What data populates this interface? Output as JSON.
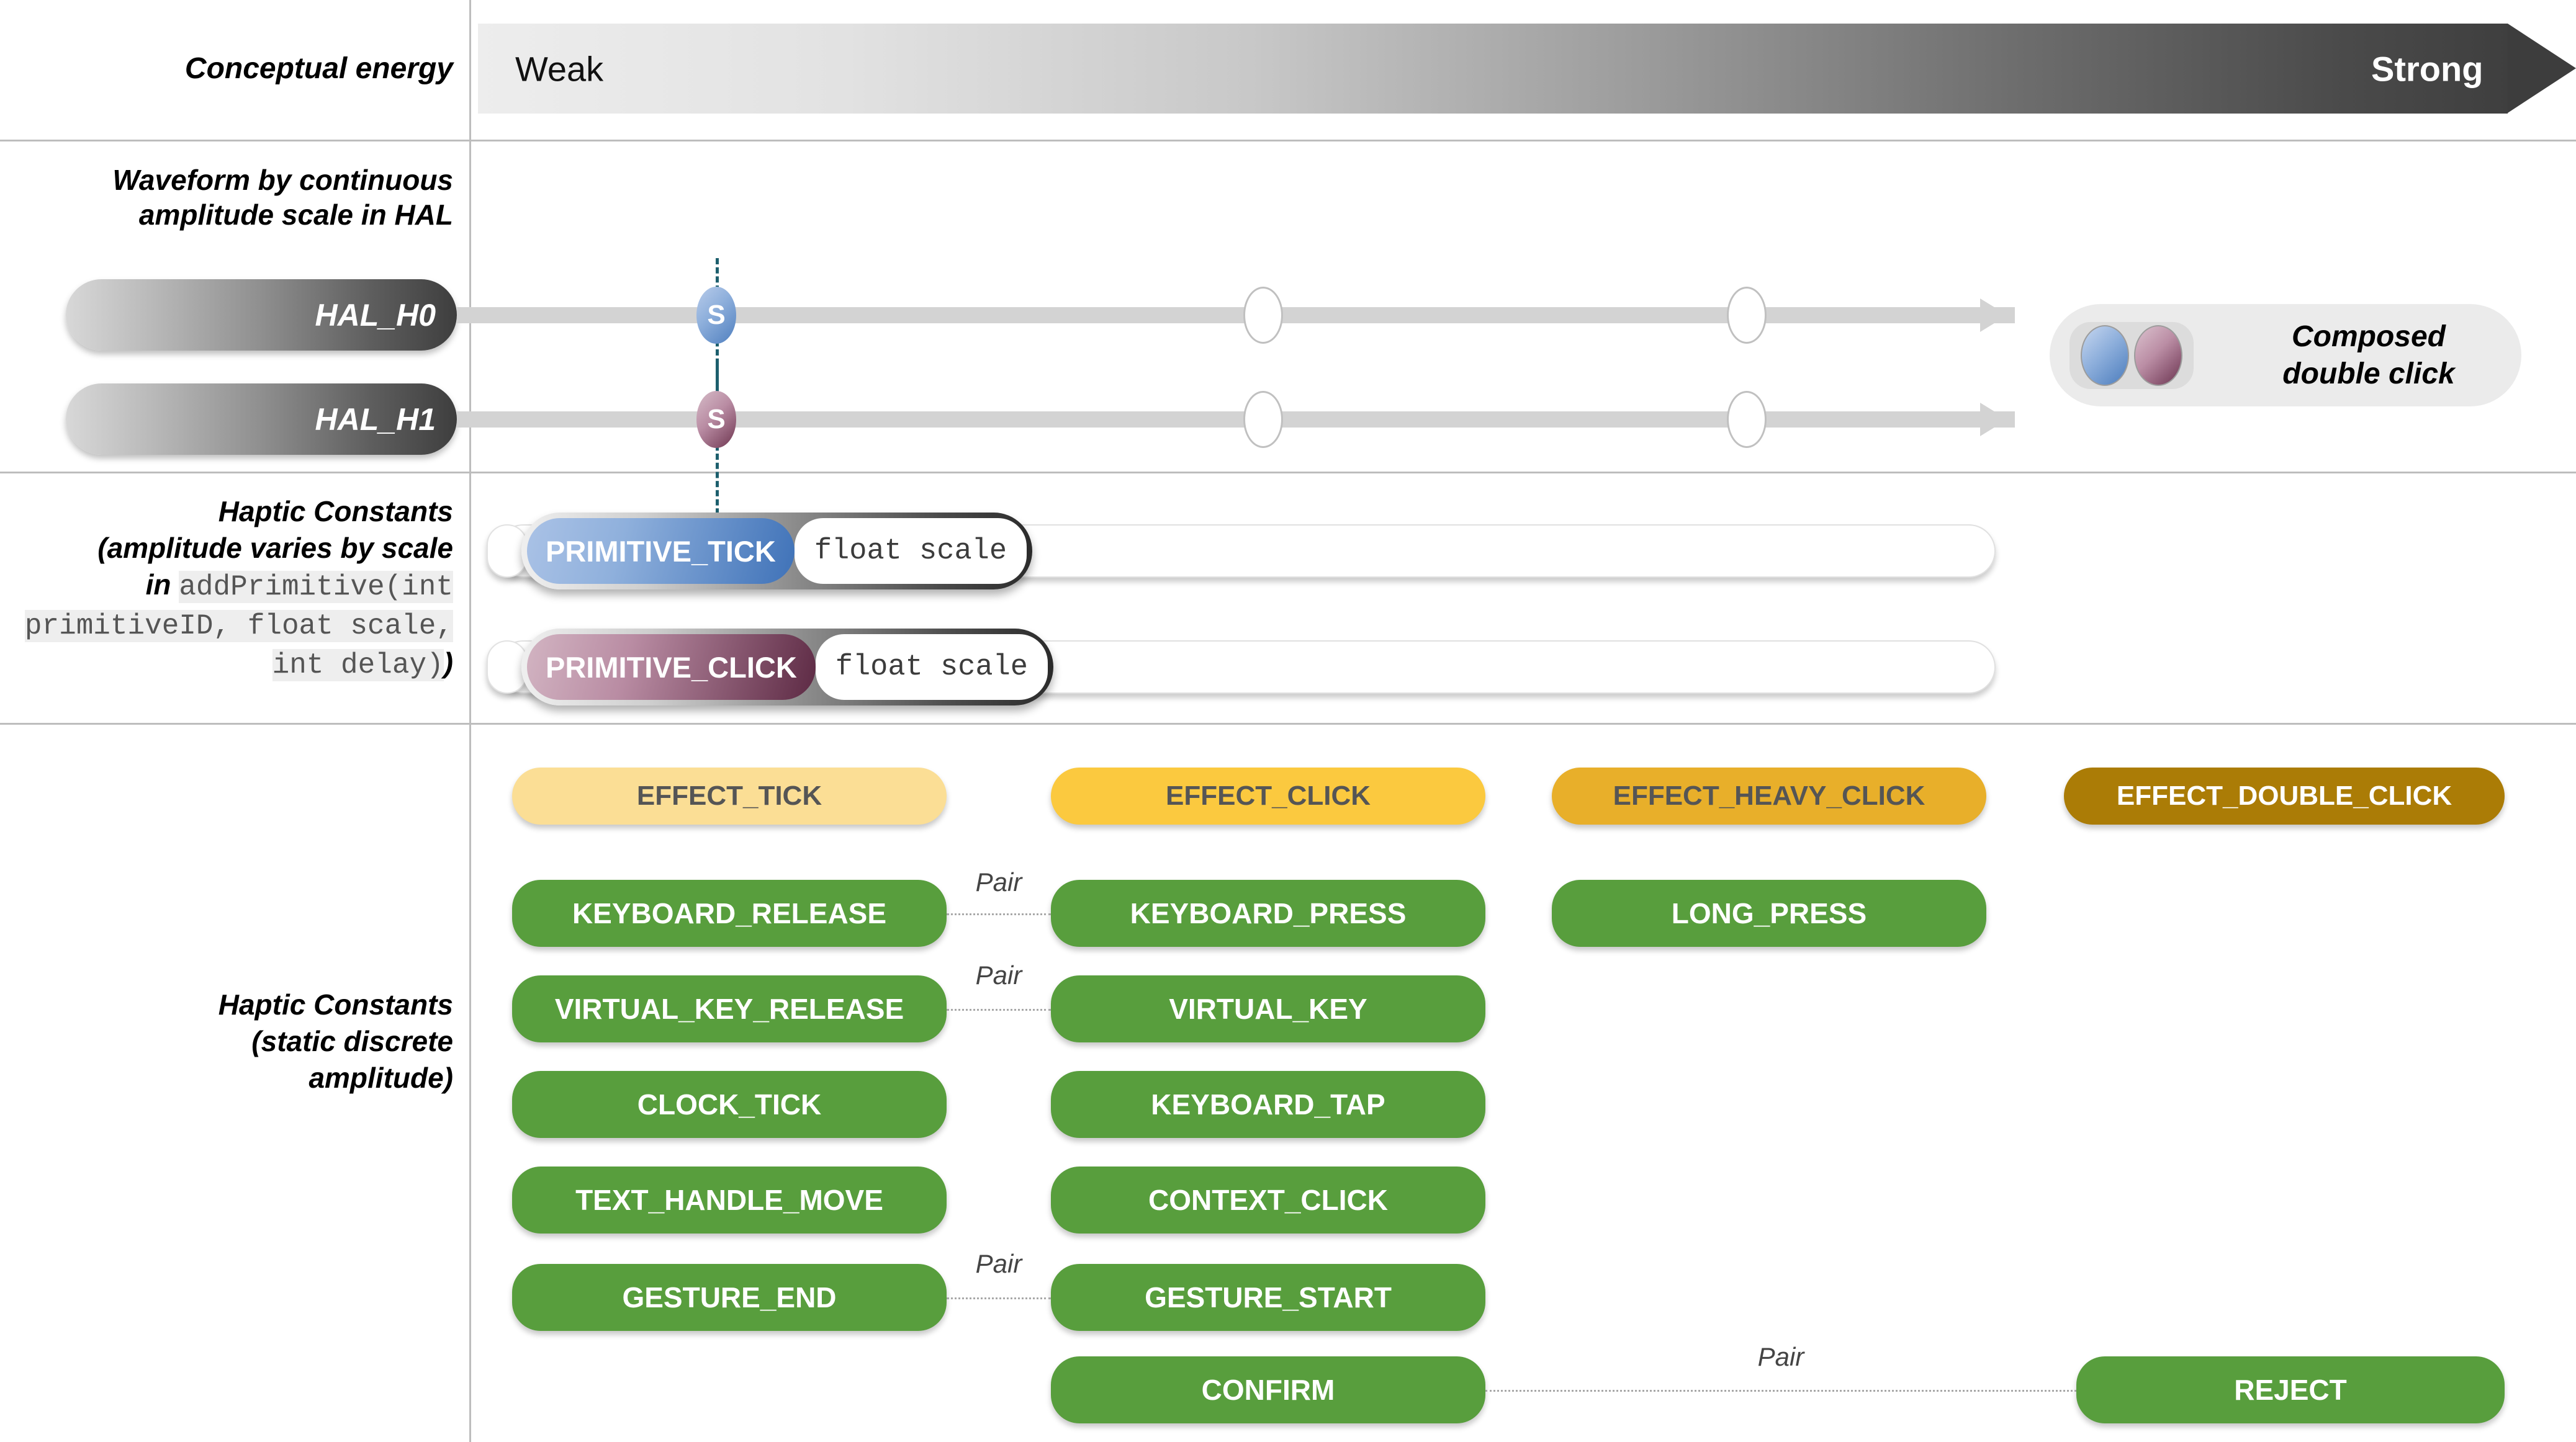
{
  "sections": {
    "energy": {
      "label": "Conceptual energy",
      "weak": "Weak",
      "strong": "Strong"
    },
    "waveform": {
      "label_line1": "Waveform by continuous",
      "label_line2": "amplitude scale in HAL",
      "rows": [
        {
          "name": "HAL_H0",
          "marker": "S",
          "marker_color": "#4f7fbf"
        },
        {
          "name": "HAL_H1",
          "marker": "S",
          "marker_color": "#6e3550"
        }
      ],
      "composed": {
        "label_line1": "Composed",
        "label_line2": "double click"
      }
    },
    "primitives": {
      "label_line1": "Haptic Constants",
      "label_line2": "(amplitude varies by scale",
      "label_line3_prefix": "in ",
      "label_code": "addPrimitive(int primitiveID, float scale, int delay)",
      "label_suffix": ")",
      "rows": [
        {
          "name": "PRIMITIVE_TICK",
          "arg": "float scale",
          "color": "#3f72b8"
        },
        {
          "name": "PRIMITIVE_CLICK",
          "arg": "float scale",
          "color": "#5d2a44"
        }
      ]
    },
    "constants": {
      "label_line1": "Haptic Constants",
      "label_line2": "(static discrete",
      "label_line3": "amplitude)",
      "effects": [
        {
          "name": "EFFECT_TICK",
          "bg": "#FBDE95",
          "fg": "#555555"
        },
        {
          "name": "EFFECT_CLICK",
          "bg": "#FBC93F",
          "fg": "#555555"
        },
        {
          "name": "EFFECT_HEAVY_CLICK",
          "bg": "#E8AF2A",
          "fg": "#555555"
        },
        {
          "name": "EFFECT_DOUBLE_CLICK",
          "bg": "#AB7C06",
          "fg": "#FFFFFF"
        }
      ],
      "green_color": "#589E3D",
      "items": [
        {
          "name": "KEYBOARD_RELEASE",
          "col": 1,
          "row": 1
        },
        {
          "name": "KEYBOARD_PRESS",
          "col": 2,
          "row": 1
        },
        {
          "name": "LONG_PRESS",
          "col": 3,
          "row": 1
        },
        {
          "name": "VIRTUAL_KEY_RELEASE",
          "col": 1,
          "row": 2
        },
        {
          "name": "VIRTUAL_KEY",
          "col": 2,
          "row": 2
        },
        {
          "name": "CLOCK_TICK",
          "col": 1,
          "row": 3
        },
        {
          "name": "KEYBOARD_TAP",
          "col": 2,
          "row": 3
        },
        {
          "name": "TEXT_HANDLE_MOVE",
          "col": 1,
          "row": 4
        },
        {
          "name": "CONTEXT_CLICK",
          "col": 2,
          "row": 4
        },
        {
          "name": "GESTURE_END",
          "col": 1,
          "row": 5
        },
        {
          "name": "GESTURE_START",
          "col": 2,
          "row": 5
        },
        {
          "name": "CONFIRM",
          "col": 2,
          "row": 6
        },
        {
          "name": "REJECT",
          "col": 4,
          "row": 6
        }
      ],
      "pairs": [
        {
          "label": "Pair",
          "from": "KEYBOARD_RELEASE",
          "to": "KEYBOARD_PRESS"
        },
        {
          "label": "Pair",
          "from": "VIRTUAL_KEY_RELEASE",
          "to": "VIRTUAL_KEY"
        },
        {
          "label": "Pair",
          "from": "GESTURE_END",
          "to": "GESTURE_START"
        },
        {
          "label": "Pair",
          "from": "CONFIRM",
          "to": "REJECT"
        }
      ]
    }
  }
}
